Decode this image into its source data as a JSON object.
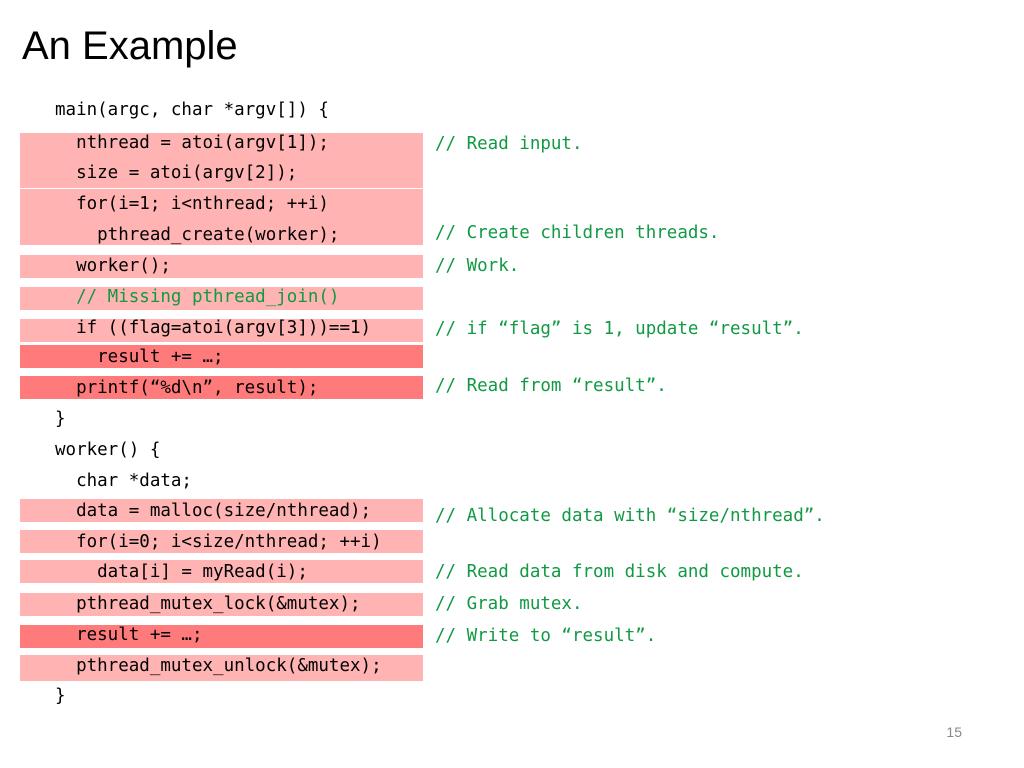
{
  "title": "An Example",
  "code_lines": [
    "main(argc, char *argv[]) {",
    "  nthread = atoi(argv[1]);",
    "  size = atoi(argv[2]);",
    "  for(i=1; i<nthread; ++i)",
    "    pthread_create(worker);",
    "  worker();",
    "  // Missing pthread_join()",
    "  if ((flag=atoi(argv[3]))==1)",
    "    result += …;",
    "  printf(“%d\\n”, result);",
    "}",
    "worker() {",
    "  char *data;",
    "  data = malloc(size/nthread);",
    "  for(i=0; i<size/nthread; ++i)",
    "    data[i] = myRead(i);",
    "  pthread_mutex_lock(&mutex);",
    "  result += …;",
    "  pthread_mutex_unlock(&mutex);",
    "}"
  ],
  "comments": [
    "// Read input.",
    "// Create children threads.",
    "// Work.",
    "// if “flag” is 1, update “result”.",
    "// Read from “result”.",
    "// Allocate data with “size/nthread”.",
    "// Read data from disk and compute.",
    "// Grab mutex.",
    "// Write to “result”."
  ],
  "colors": {
    "highlight_light": "#ffb3b3",
    "highlight_dark": "#ff7b7b",
    "comment_green": "#119944"
  },
  "page_number": "15"
}
